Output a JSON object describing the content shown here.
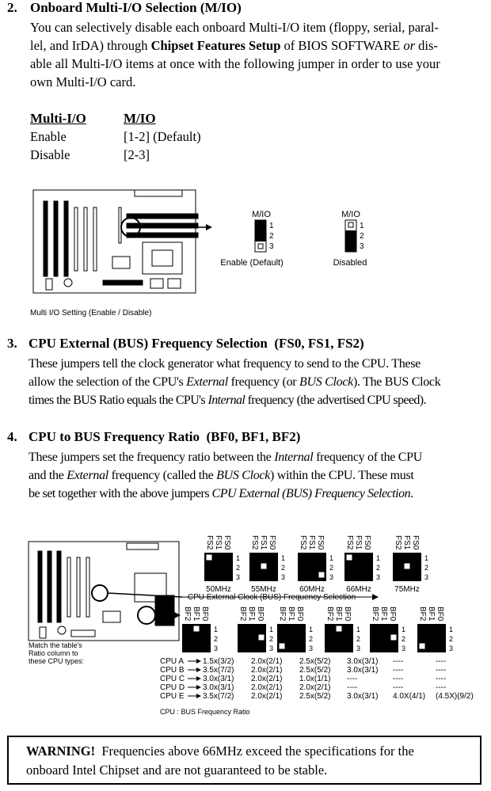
{
  "sec2": {
    "number": "2.",
    "title": "Onboard Multi-I/O Selection (M/IO)",
    "lines": [
      [
        "You can selectively disable each onboard Multi-I/O item (floppy, serial, paral-"
      ],
      [
        "lel, and IrDA) through ",
        "Chipset Features Setup",
        " of BIOS SOFTWARE ",
        "or",
        " dis-"
      ],
      [
        "able all Multi-I/O items at once with the following jumper in order to use your"
      ],
      [
        "own Multi-I/O card."
      ]
    ]
  },
  "mio_table": {
    "headers": [
      "Multi-I/O",
      "M/IO"
    ],
    "rows": [
      [
        "Enable",
        "[1-2] (Default)"
      ],
      [
        "Disable",
        "[2-3]"
      ]
    ]
  },
  "figure1": {
    "jumper_label": "M/IO",
    "pins": [
      "1",
      "2",
      "3"
    ],
    "enable_label": "Enable (Default)",
    "disable_label": "Disabled",
    "caption": "Multi I/O Setting (Enable / Disable)"
  },
  "sec3": {
    "number": "3.",
    "title": "CPU External (BUS) Frequency Selection",
    "title_suffix": "(FS0, FS1, FS2)",
    "lines": [
      [
        "These jumpers tell the clock generator what frequency to send to the CPU.  These"
      ],
      [
        "allow the selection of the CPU's ",
        "External",
        " frequency (or ",
        "BUS Clock",
        "). The BUS Clock"
      ],
      [
        "times the BUS Ratio equals the CPU's ",
        "Internal",
        " frequency (the advertised CPU speed)."
      ]
    ]
  },
  "sec4": {
    "number": "4.",
    "title": "CPU to BUS Frequency Ratio",
    "title_suffix": "(BF0, BF1, BF2)",
    "lines": [
      [
        "These jumpers set the frequency ratio between the ",
        "Internal",
        " frequency of the CPU"
      ],
      [
        "and the ",
        "External",
        " frequency (called the ",
        "BUS Clock",
        ") within the CPU.  These must"
      ],
      [
        "be set together with the above jumpers ",
        "CPU External (BUS) Frequency Selection",
        "."
      ]
    ]
  },
  "figure2": {
    "fs_labels": [
      "FS2",
      "FS1",
      "FS0"
    ],
    "bf_labels": [
      "BF2",
      "BF1",
      "BF0"
    ],
    "pins": [
      "1",
      "2",
      "3"
    ],
    "freqs": [
      "50MHz",
      "55MHz",
      "60MHz",
      "66MHz",
      "75MHz"
    ],
    "freq_caption": "CPU External Clock (BUS) Frequency Selection",
    "match_note": [
      "Match the table's",
      "Ratio column to",
      "these CPU types:"
    ],
    "cpu_rows": [
      {
        "cpu": "CPU A",
        "cols": [
          "1.5x(3/2)",
          "2.0x(2/1)",
          "2.5x(5/2)",
          "3.0x(3/1)",
          "----",
          "----"
        ]
      },
      {
        "cpu": "CPU B",
        "cols": [
          "3.5x(7/2)",
          "2.0x(2/1)",
          "2.5x(5/2)",
          "3.0x(3/1)",
          "----",
          "----"
        ]
      },
      {
        "cpu": "CPU C",
        "cols": [
          "3.0x(3/1)",
          "2.0x(2/1)",
          "1.0x(1/1)",
          "----",
          "----",
          "----"
        ]
      },
      {
        "cpu": "CPU D",
        "cols": [
          "3.0x(3/1)",
          "2.0x(2/1)",
          "2.0x(2/1)",
          "----",
          "----",
          "----"
        ]
      },
      {
        "cpu": "CPU E",
        "cols": [
          "3.5x(7/2)",
          "2.0x(2/1)",
          "2.5x(5/2)",
          "3.0x(3/1)",
          "4.0X(4/1)",
          "(4.5X)(9/2)"
        ]
      }
    ],
    "ratio_caption": "CPU : BUS Frequency Ratio"
  },
  "warning": {
    "label": "WARNING!",
    "line1": "Frequencies above 66MHz exceed the specifications for the",
    "line2": "onboard Intel Chipset and are not guaranteed to be stable."
  }
}
